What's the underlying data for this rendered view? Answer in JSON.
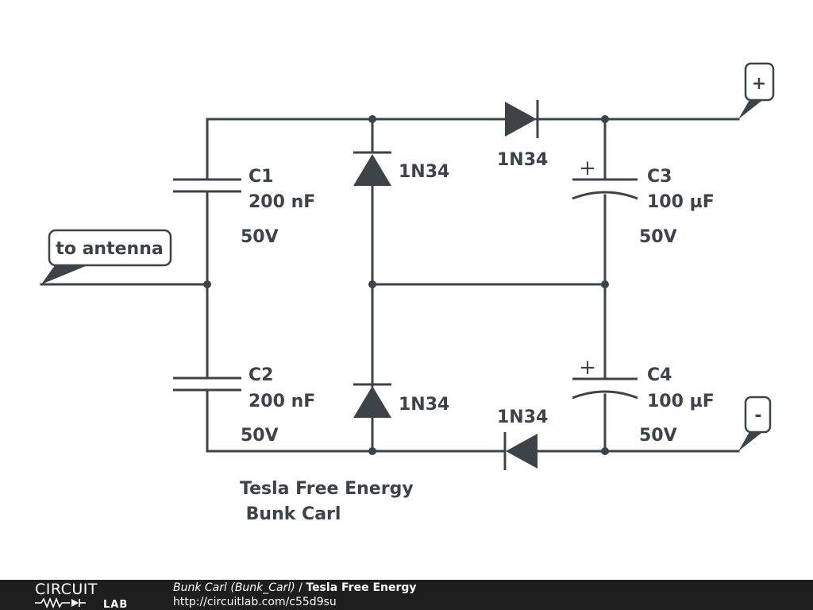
{
  "labels": {
    "c1_name": "C1",
    "c1_value": "200 nF",
    "c1_rating": "50V",
    "c2_name": "C2",
    "c2_value": "200 nF",
    "c2_rating": "50V",
    "c3_name": "C3",
    "c3_value": "100 µF",
    "c3_rating": "50V",
    "c4_name": "C4",
    "c4_value": "100 µF",
    "c4_rating": "50V",
    "c3_polarity": "+",
    "c4_polarity": "+",
    "diode_top_vertical": "1N34",
    "diode_top_horizontal": "1N34",
    "diode_bottom_vertical": "1N34",
    "diode_bottom_horizontal": "1N34",
    "antenna_port": "to antenna",
    "plus_port": "+",
    "minus_port": "-",
    "title_line1": "Tesla Free Energy",
    "title_line2": " Bunk Carl"
  },
  "footer": {
    "logo_top": "CIRCUIT",
    "logo_bottom": "LAB",
    "author": "Bunk Carl (Bunk_Carl)",
    "separator": " / ",
    "project": "Tesla Free Energy",
    "url": "http://circuitlab.com/c55d9su"
  }
}
